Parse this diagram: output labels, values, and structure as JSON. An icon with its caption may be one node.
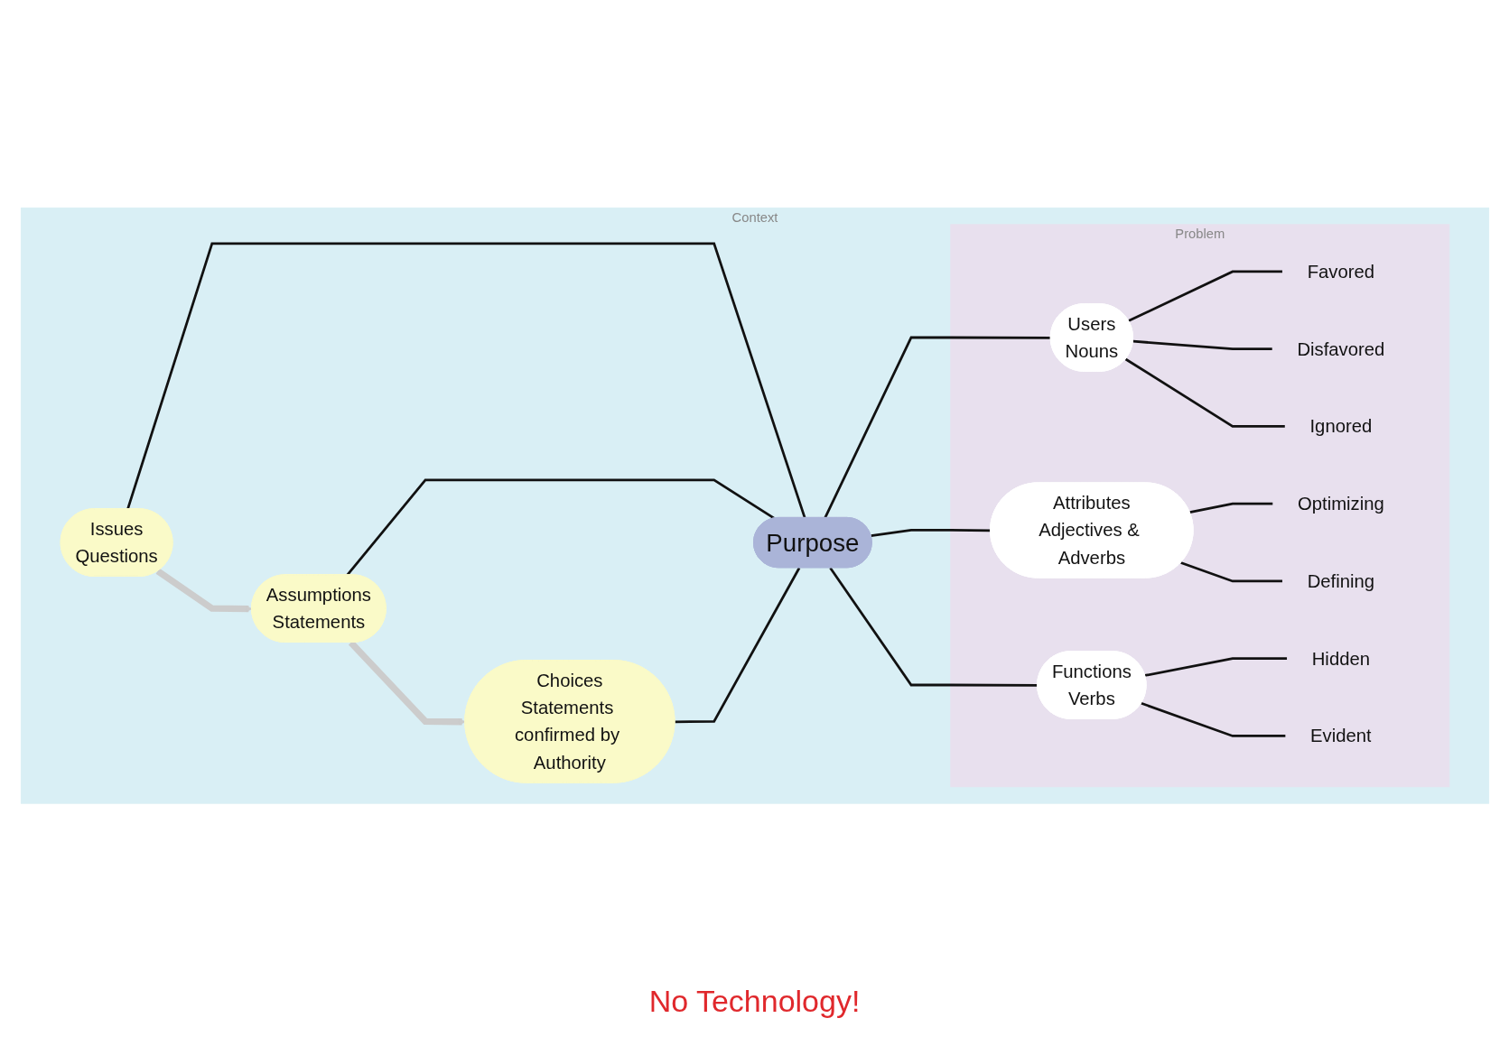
{
  "diagram": {
    "nodes": [
      {
        "text": [
          "Context"
        ]
      },
      {
        "text": [
          "Issues",
          "Questions"
        ],
        "in": 0
      },
      {
        "text": [
          "Assumptions",
          "Statements"
        ],
        "in": 0
      },
      {
        "text": [
          "Choices",
          "Statements confirmed by Authority"
        ],
        "in": 0
      },
      {
        "text": [
          "Purpose"
        ],
        "in": 0
      },
      {
        "text": [
          "Problem"
        ],
        "in": 0
      },
      {
        "text": [
          "Users",
          "Nouns"
        ],
        "in": 5
      },
      {
        "text": [
          "Favored"
        ],
        "in": 5
      },
      {
        "text": [
          "Disfavored"
        ],
        "in": 5
      },
      {
        "text": [
          "Ignored"
        ],
        "in": 5
      },
      {
        "text": [
          "Attributes",
          "Adjectives & Adverbs"
        ],
        "in": 5
      },
      {
        "text": [
          "Optimizing"
        ],
        "in": 5
      },
      {
        "text": [
          "Defining"
        ],
        "in": 5
      },
      {
        "text": [
          "Functions",
          "Verbs"
        ],
        "in": 5
      },
      {
        "text": [
          "Hidden"
        ],
        "in": 5
      },
      {
        "text": [
          "Evident"
        ],
        "in": 5
      }
    ],
    "edges": [
      {
        "from": 1,
        "to": 2,
        "arrow": "to",
        "style": "thick",
        "color": "#cccccc"
      },
      {
        "from": 2,
        "to": 3,
        "arrow": "to",
        "style": "thick",
        "color": "#cccccc"
      },
      {
        "from": 1,
        "to": 4,
        "arrow": "none"
      },
      {
        "from": 2,
        "to": 4,
        "arrow": "none"
      },
      {
        "from": 3,
        "to": 4,
        "arrow": "none"
      },
      {
        "from": 4,
        "to": 6,
        "arrow": "none"
      },
      {
        "from": 4,
        "to": 10,
        "arrow": "none"
      },
      {
        "from": 4,
        "to": 13,
        "arrow": "none"
      },
      {
        "from": 6,
        "to": 7,
        "arrow": "none"
      },
      {
        "from": 6,
        "to": 8,
        "arrow": "none"
      },
      {
        "from": 6,
        "to": 9,
        "arrow": "none"
      },
      {
        "from": 10,
        "to": 11,
        "arrow": "none"
      },
      {
        "from": 10,
        "to": 12,
        "arrow": "none"
      },
      {
        "from": 13,
        "to": 14,
        "arrow": "none"
      },
      {
        "from": 13,
        "to": 15,
        "arrow": "none"
      }
    ],
    "labels": [
      "No Technology!"
    ]
  }
}
